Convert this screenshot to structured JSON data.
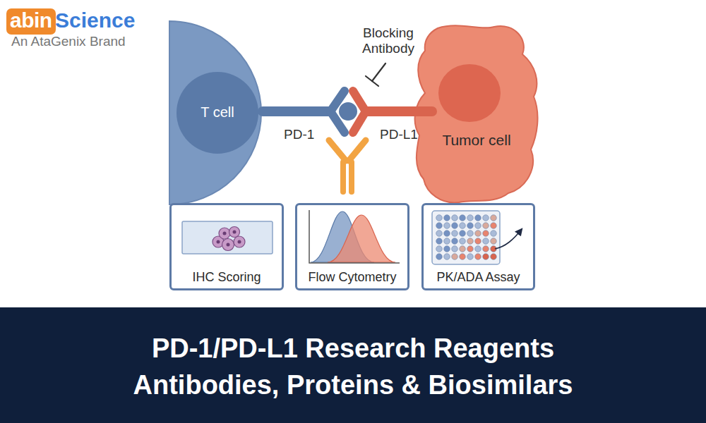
{
  "diagram": {
    "title": "PD-1/PD-L1 Research Reagents Antibodies, Proteins & Biosimilars",
    "nodes": [
      {
        "text": [
          "T cell"
        ]
      },
      {
        "text": [
          "Tumor cell"
        ]
      },
      {
        "text": [
          "IHC Scoring"
        ]
      },
      {
        "text": [
          "Flow Cytometry"
        ]
      },
      {
        "text": [
          "PK/ADA Assay"
        ]
      }
    ],
    "labels": [
      "abin",
      "Science",
      "An AtaGenix Brand",
      "Blocking Antibody",
      "PD-1",
      "PD-L1"
    ]
  }
}
